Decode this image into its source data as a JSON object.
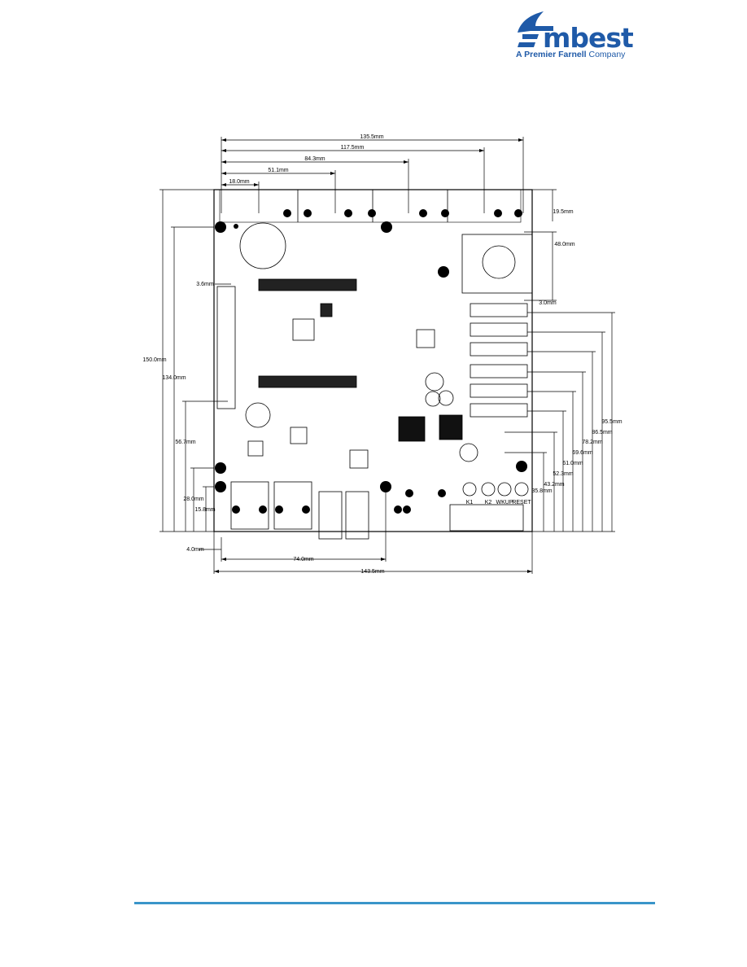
{
  "header": {
    "logo_text": "mbest",
    "logo_tag_strong_1": "A Premier Farnell",
    "logo_tag_rest": " Company",
    "brand_color": "#1f5aa8",
    "footer_rule_color": "#3a95c9"
  },
  "drawing": {
    "top_dims": [
      "135.5mm",
      "117.5mm",
      "84.3mm",
      "51.1mm",
      "18.0mm"
    ],
    "left_dims": [
      "150.0mm",
      "134.0mm",
      "56.7mm",
      "28.0mm",
      "15.8mm",
      "3.6mm"
    ],
    "right_top_dims": [
      "19.5mm",
      "48.0mm",
      "3.0mm"
    ],
    "right_stack_dims": [
      "95.5mm",
      "86.5mm",
      "78.2mm",
      "69.6mm",
      "61.0mm",
      "52.3mm",
      "43.2mm",
      "35.8mm"
    ],
    "bottom_dims": [
      "4.0mm",
      "74.0mm",
      "143.5mm"
    ],
    "button_labels": [
      "K1",
      "K2",
      "WKUP",
      "RESET"
    ]
  }
}
